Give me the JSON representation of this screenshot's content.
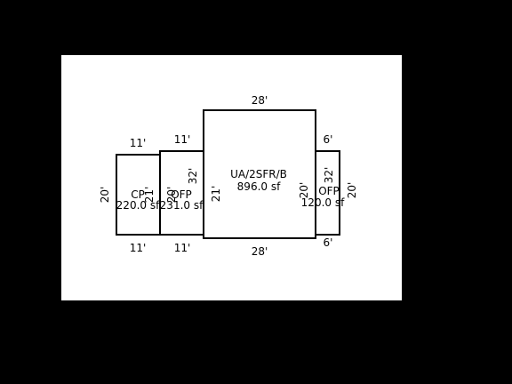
{
  "colors": {
    "background": "#000000",
    "paper": "#ffffff",
    "ink": "#000000"
  },
  "sketch": {
    "cp": {
      "name": "CP",
      "area": "220.0 sf",
      "top_dim": "11'",
      "bottom_dim": "11'",
      "left_dim": "20'",
      "right_dim": "21'"
    },
    "ofp_left": {
      "name": "OFP",
      "area": "231.0 sf",
      "top_dim": "11'",
      "bottom_dim": "11'",
      "left_dim": "20'",
      "right_dim": "32'"
    },
    "main": {
      "name": "UA/2SFR/B",
      "area": "896.0 sf",
      "top_dim": "28'",
      "bottom_dim": "28'",
      "left_dim": "21'",
      "right_dim": "20'"
    },
    "ofp_right": {
      "name": "OFP",
      "area": "120.0 sf",
      "top_dim": "6'",
      "bottom_dim": "6'",
      "left_dim": "32'",
      "right_dim": "20'"
    }
  }
}
